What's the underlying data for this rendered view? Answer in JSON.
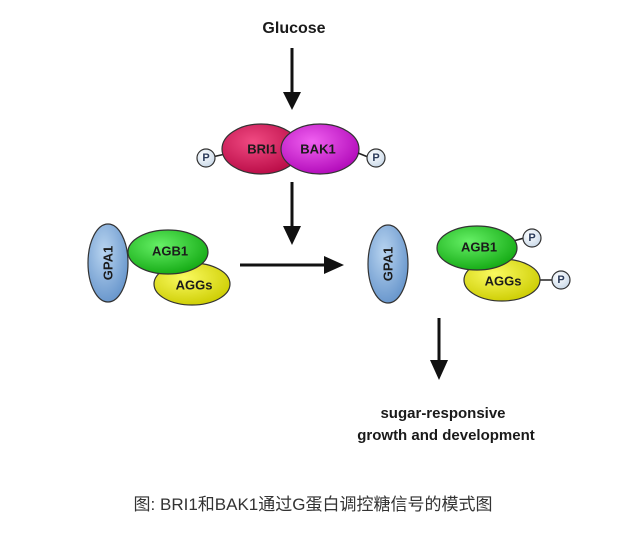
{
  "diagram": {
    "input_label": "Glucose",
    "receptors": {
      "bri1": {
        "label": "BRI1",
        "color": "#d4145a"
      },
      "bak1": {
        "label": "BAK1",
        "color": "#cc10cc"
      }
    },
    "phospho_label": "P",
    "inactive_complex": {
      "gpa1": {
        "label": "GPA1",
        "color": "#7fa8d8"
      },
      "agb1": {
        "label": "AGB1",
        "color": "#22cc22"
      },
      "aggs": {
        "label": "AGGs",
        "color": "#e6e600"
      }
    },
    "active_state": {
      "gpa1": {
        "label": "GPA1"
      },
      "agb1": {
        "label": "AGB1"
      },
      "aggs": {
        "label": "AGGs"
      }
    },
    "output_line1": "sugar-responsive",
    "output_line2": "growth and development"
  },
  "caption": "图: BRI1和BAK1通过G蛋白调控糖信号的模式图"
}
